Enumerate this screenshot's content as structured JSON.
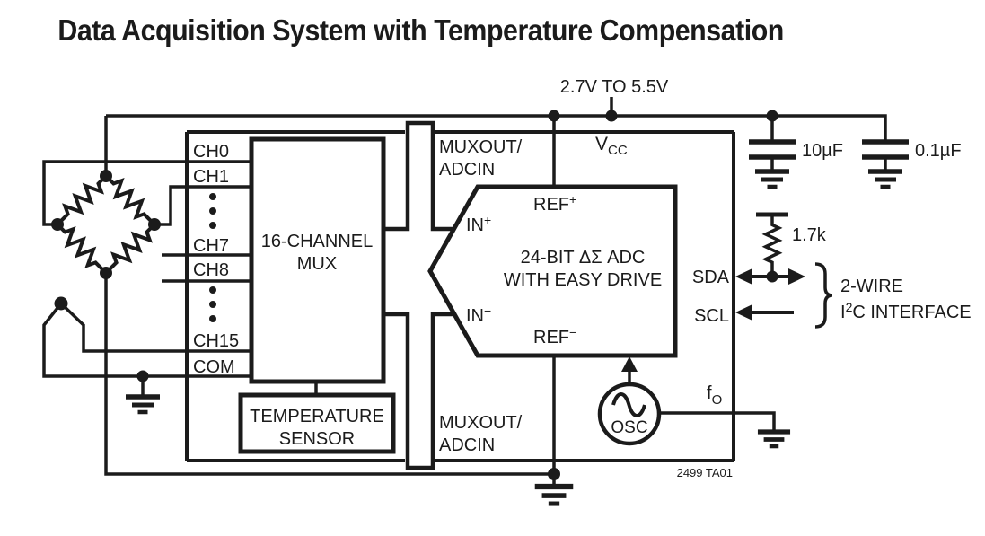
{
  "title": "Data Acquisition System with Temperature Compensation",
  "supply": {
    "label": "2.7V TO 5.5V"
  },
  "chip": {
    "channels": [
      "CH0",
      "CH1",
      "CH7",
      "CH8",
      "CH15",
      "COM"
    ],
    "mux": {
      "line1": "16-CHANNEL",
      "line2": "MUX"
    },
    "temp": {
      "line1": "TEMPERATURE",
      "line2": "SENSOR"
    },
    "muxout_top": {
      "line1": "MUXOUT/",
      "line2": "ADCIN"
    },
    "muxout_bottom": {
      "line1": "MUXOUT/",
      "line2": "ADCIN"
    },
    "adc": {
      "line1": "24-BIT ΔΣ ADC",
      "line2": "WITH EASY DRIVE",
      "ref_plus": {
        "base": "REF",
        "sup": "+"
      },
      "ref_minus": {
        "base": "REF",
        "sup": "−"
      },
      "in_plus": {
        "base": "IN",
        "sup": "+"
      },
      "in_minus": {
        "base": "IN",
        "sup": "−"
      }
    },
    "pins": {
      "vcc": {
        "base": "V",
        "sub": "CC"
      },
      "sda": "SDA",
      "scl": "SCL",
      "fo": {
        "base": "f",
        "sub": "O"
      }
    },
    "osc": {
      "label": "OSC"
    }
  },
  "components": {
    "cap1": "10µF",
    "cap2": "0.1µF",
    "pullup": "1.7k"
  },
  "interface": {
    "line1": "2-WIRE",
    "i2c": {
      "pre": "I",
      "sup": "2",
      "post": "C INTERFACE"
    }
  },
  "note": "2499 TA01",
  "colors": {
    "ink": "#1b1b1b",
    "background": "#ffffff"
  }
}
